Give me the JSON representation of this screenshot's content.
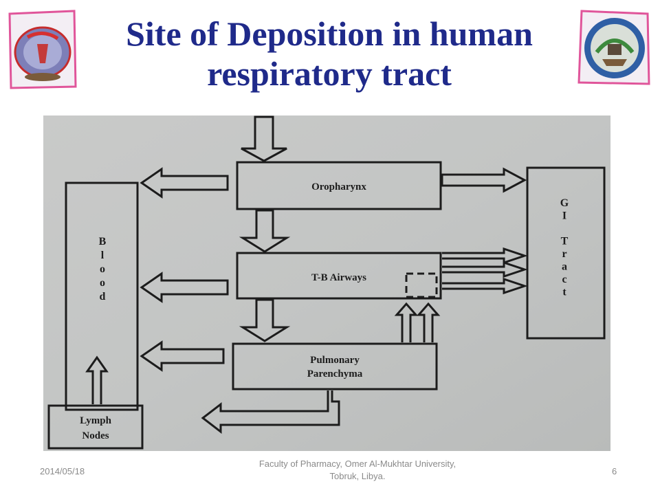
{
  "slide": {
    "title_line1": "Site of Deposition in human",
    "title_line2": "respiratory tract",
    "footer_date": "2014/05/18",
    "footer_line1": "Faculty of Pharmacy, Omer Al-Mukhtar University,",
    "footer_line2": "Tobruk, Libya.",
    "page_number": "6"
  },
  "colors": {
    "title": "#1f2a8a",
    "logo_frame": "#e0559a",
    "photo_bg": "#c5c7c6",
    "line": "#1c1c1c"
  },
  "diagram": {
    "oropharynx": "Oropharynx",
    "tb_airways": "T-B Airways",
    "pulmonary_line1": "Pulmonary",
    "pulmonary_line2": "Parenchyma",
    "lymph_line1": "Lymph",
    "lymph_line2": "Nodes",
    "blood_letters": [
      "B",
      "l",
      "o",
      "o",
      "d"
    ],
    "gi_letters": [
      "G",
      "I",
      "",
      "T",
      "r",
      "a",
      "c",
      "t"
    ]
  }
}
